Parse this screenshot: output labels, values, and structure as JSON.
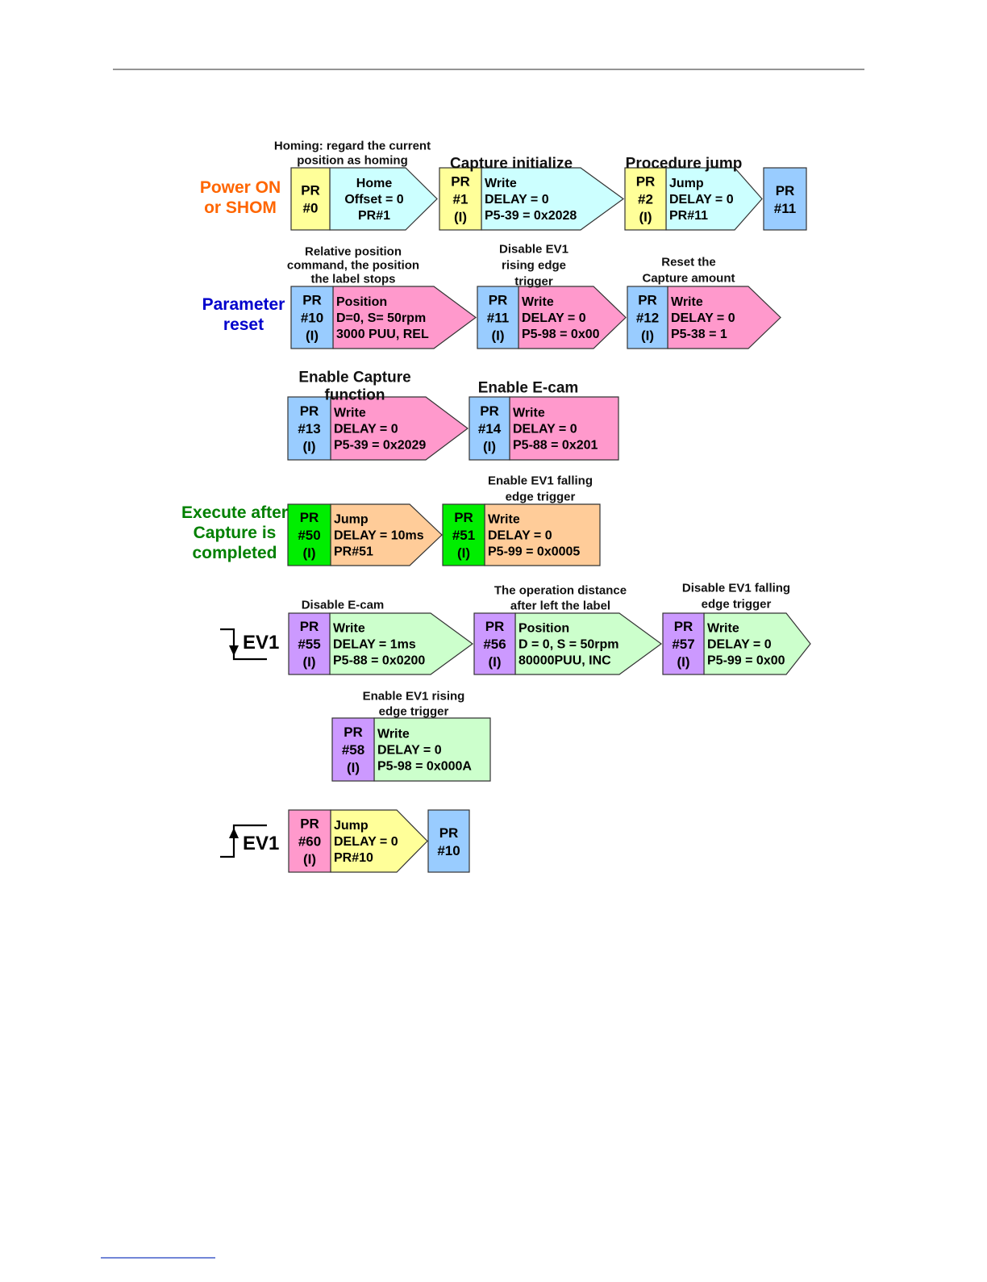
{
  "colors": {
    "yellow": "#ffff99",
    "cyan": "#ccffff",
    "blue": "#99ccff",
    "pink": "#ff99cc",
    "green": "#00ee00",
    "orange": "#ffcc99",
    "purple": "#cc99ff",
    "lightgreen": "#ccffcc",
    "power_text": "#ff6600",
    "param_text": "#0000cc",
    "execute_text": "#008000"
  },
  "side_labels": {
    "power_on": [
      "Power ON",
      "or SHOM"
    ],
    "parameter_reset": [
      "Parameter",
      "reset"
    ],
    "execute_after": [
      "Execute after",
      "Capture is",
      "completed"
    ],
    "ev1_falling": "EV1",
    "ev1_rising": "EV1"
  },
  "captions": {
    "homing": [
      "Homing: regard the current",
      "position as homing"
    ],
    "capture_init": [
      "Capture initialize"
    ],
    "procedure_jump": [
      "Procedure jump"
    ],
    "relative_position": [
      "Relative position",
      "command, the position",
      "the label stops"
    ],
    "disable_ev1_rising": [
      "Disable EV1",
      "rising edge",
      "trigger"
    ],
    "reset_capture": [
      "Reset the",
      "Capture amount"
    ],
    "enable_capture": [
      "Enable Capture",
      "function"
    ],
    "enable_ecam": [
      "Enable E-cam"
    ],
    "enable_ev1_falling": [
      "Enable EV1 falling",
      "edge trigger"
    ],
    "disable_ecam": [
      "Disable E-cam"
    ],
    "operation_distance": [
      "The operation distance",
      "after left the label"
    ],
    "disable_ev1_falling": [
      "Disable EV1 falling",
      "edge trigger"
    ],
    "enable_ev1_rising": [
      "Enable EV1 rising",
      "edge trigger"
    ]
  },
  "blocks": {
    "pr0": {
      "pr": [
        "PR",
        "#0"
      ],
      "body": [
        "Home",
        "Offset = 0",
        "PR#1"
      ]
    },
    "pr1": {
      "pr": [
        "PR",
        "#1",
        "(I)"
      ],
      "body": [
        "Write",
        "DELAY = 0",
        "P5-39 = 0x2028"
      ]
    },
    "pr2": {
      "pr": [
        "PR",
        "#2",
        "(I)"
      ],
      "body": [
        "Jump",
        "DELAY = 0",
        "PR#11"
      ]
    },
    "pr11_target": {
      "pr": [
        "PR",
        "#11"
      ]
    },
    "pr10": {
      "pr": [
        "PR",
        "#10",
        "(I)"
      ],
      "body": [
        "Position",
        "D=0, S= 50rpm",
        "3000 PUU, REL"
      ]
    },
    "pr11": {
      "pr": [
        "PR",
        "#11",
        "(I)"
      ],
      "body": [
        "Write",
        "DELAY = 0",
        "P5-98 = 0x00"
      ]
    },
    "pr12": {
      "pr": [
        "PR",
        "#12",
        "(I)"
      ],
      "body": [
        "Write",
        "DELAY = 0",
        "P5-38 = 1"
      ]
    },
    "pr13": {
      "pr": [
        "PR",
        "#13",
        "(I)"
      ],
      "body": [
        "Write",
        "DELAY = 0",
        "P5-39 = 0x2029"
      ]
    },
    "pr14": {
      "pr": [
        "PR",
        "#14",
        "(I)"
      ],
      "body": [
        "Write",
        "DELAY = 0",
        "P5-88 = 0x201"
      ]
    },
    "pr50": {
      "pr": [
        "PR",
        "#50",
        "(I)"
      ],
      "body": [
        "Jump",
        "DELAY = 10ms",
        "PR#51"
      ]
    },
    "pr51": {
      "pr": [
        "PR",
        "#51",
        "(I)"
      ],
      "body": [
        "Write",
        "DELAY = 0",
        "P5-99 = 0x0005"
      ]
    },
    "pr55": {
      "pr": [
        "PR",
        "#55",
        "(I)"
      ],
      "body": [
        "Write",
        "DELAY = 1ms",
        "P5-88 = 0x0200"
      ]
    },
    "pr56": {
      "pr": [
        "PR",
        "#56",
        "(I)"
      ],
      "body": [
        "Position",
        "D = 0, S = 50rpm",
        "80000PUU, INC"
      ]
    },
    "pr57": {
      "pr": [
        "PR",
        "#57",
        "(I)"
      ],
      "body": [
        "Write",
        "DELAY = 0",
        "P5-99 = 0x00"
      ]
    },
    "pr58": {
      "pr": [
        "PR",
        "#58",
        "(I)"
      ],
      "body": [
        "Write",
        "DELAY = 0",
        "P5-98 = 0x000A"
      ]
    },
    "pr60": {
      "pr": [
        "PR",
        "#60",
        "(I)"
      ],
      "body": [
        "Jump",
        "DELAY = 0",
        "PR#10"
      ]
    },
    "pr10_target": {
      "pr": [
        "PR",
        "#10"
      ]
    }
  }
}
